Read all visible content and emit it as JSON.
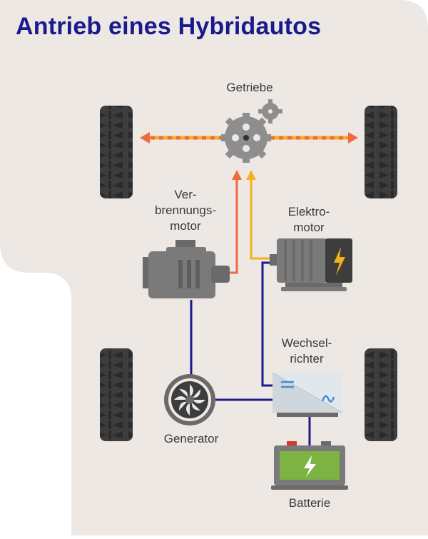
{
  "title": "Antrieb eines Hybridautos",
  "labels": {
    "getriebe": "Getriebe",
    "verbrennungsmotor": [
      "Ver-",
      "brennungs-",
      "motor"
    ],
    "elektromotor": [
      "Elektro-",
      "motor"
    ],
    "wechselrichter": [
      "Wechsel-",
      "richter"
    ],
    "generator": "Generator",
    "batterie": "Batterie"
  },
  "colors": {
    "title": "#1a1a8c",
    "background_panel": "#ede8e4",
    "combustion_path": "#f0693f",
    "electric_path": "#f2b21b",
    "wiring": "#1a1a8c",
    "machine_gray": "#6a6a6a",
    "battery_green": "#7cb342",
    "tire": "#3d3d3d"
  },
  "icons": [
    "tire-icon",
    "gear-icon",
    "engine-icon",
    "electric-motor-icon",
    "inverter-icon",
    "generator-icon",
    "battery-icon",
    "lightning-icon"
  ]
}
